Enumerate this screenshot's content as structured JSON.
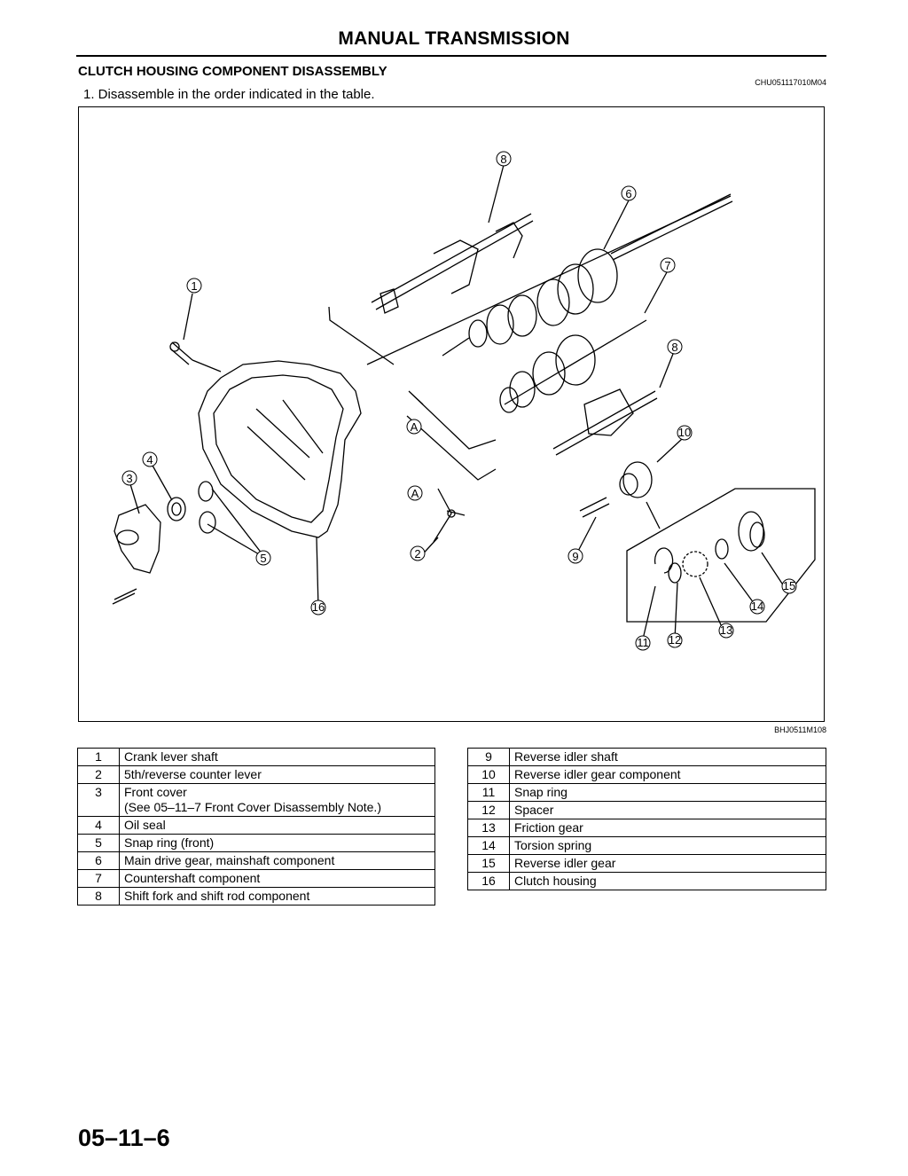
{
  "header": {
    "title": "MANUAL TRANSMISSION",
    "section": "CLUTCH HOUSING COMPONENT DISASSEMBLY",
    "doc_code": "CHU051117010M04",
    "instruction": "1. Disassemble in the order indicated in the table."
  },
  "figure": {
    "code": "BHJ0511M108",
    "callouts": [
      "1",
      "2",
      "3",
      "4",
      "5",
      "6",
      "7",
      "8",
      "9",
      "10",
      "11",
      "12",
      "13",
      "14",
      "15",
      "16",
      "A"
    ]
  },
  "parts_left": [
    {
      "num": "1",
      "name": "Crank lever shaft",
      "note": ""
    },
    {
      "num": "2",
      "name": "5th/reverse counter lever",
      "note": ""
    },
    {
      "num": "3",
      "name": "Front cover",
      "note": "(See 05–11–7 Front Cover Disassembly Note.)"
    },
    {
      "num": "4",
      "name": "Oil seal",
      "note": ""
    },
    {
      "num": "5",
      "name": "Snap ring (front)",
      "note": ""
    },
    {
      "num": "6",
      "name": "Main drive gear, mainshaft component",
      "note": ""
    },
    {
      "num": "7",
      "name": "Countershaft component",
      "note": ""
    },
    {
      "num": "8",
      "name": "Shift fork and shift rod component",
      "note": ""
    }
  ],
  "parts_right": [
    {
      "num": "9",
      "name": "Reverse idler shaft"
    },
    {
      "num": "10",
      "name": "Reverse idler gear component"
    },
    {
      "num": "11",
      "name": "Snap ring"
    },
    {
      "num": "12",
      "name": "Spacer"
    },
    {
      "num": "13",
      "name": "Friction gear"
    },
    {
      "num": "14",
      "name": "Torsion spring"
    },
    {
      "num": "15",
      "name": "Reverse idler gear"
    },
    {
      "num": "16",
      "name": "Clutch housing"
    }
  ],
  "footer": {
    "page_number": "05–11–6"
  }
}
